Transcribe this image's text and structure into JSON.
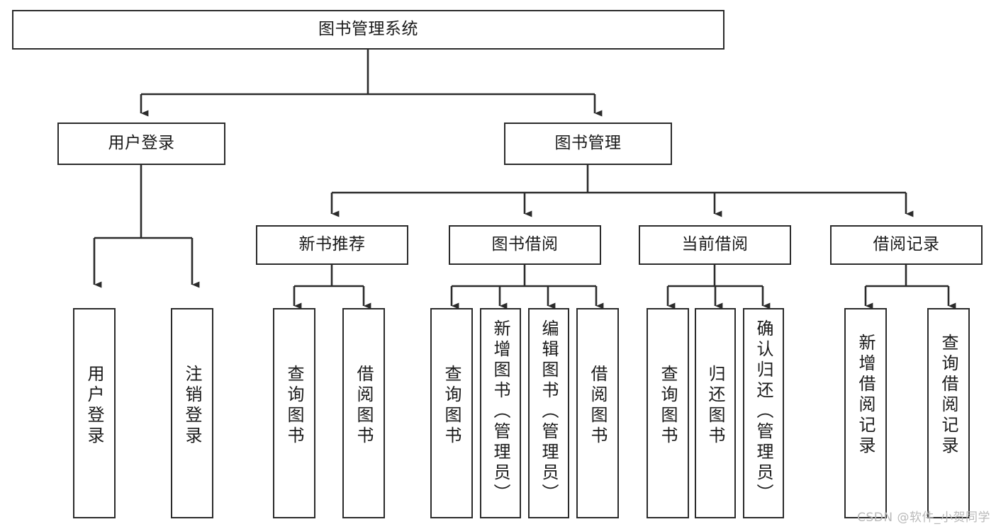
{
  "diagram": {
    "title": "图书管理系统",
    "type": "tree-hierarchy-chart",
    "background_color": "#ffffff",
    "line_color": "#2b2b2b",
    "text_color": "#1a1a1a"
  },
  "watermark": {
    "text": "CSDN @软件_小贺同学",
    "color": "#b9b9b9"
  },
  "nodes": {
    "root": {
      "label": "图书管理系统"
    },
    "level2": [
      {
        "id": "user-login",
        "label": "用户登录"
      },
      {
        "id": "book-manage",
        "label": "图书管理"
      }
    ],
    "level3": [
      {
        "id": "new-book-recommend",
        "label": "新书推荐"
      },
      {
        "id": "book-borrow",
        "label": "图书借阅"
      },
      {
        "id": "current-borrow",
        "label": "当前借阅"
      },
      {
        "id": "borrow-record",
        "label": "借阅记录"
      }
    ],
    "leaves": [
      {
        "id": "leaf-user-login",
        "label": "用户登录",
        "parent": "user-login"
      },
      {
        "id": "leaf-user-logout",
        "label": "注销登录",
        "parent": "user-login"
      },
      {
        "id": "leaf-query-book-1",
        "label": "查询图书",
        "parent": "new-book-recommend"
      },
      {
        "id": "leaf-borrow-book-1",
        "label": "借阅图书",
        "parent": "new-book-recommend"
      },
      {
        "id": "leaf-query-book-2",
        "label": "查询图书",
        "parent": "book-borrow"
      },
      {
        "id": "leaf-add-book",
        "label": "新增图书（管理员）",
        "parent": "book-borrow"
      },
      {
        "id": "leaf-edit-book",
        "label": "编辑图书（管理员）",
        "parent": "book-borrow"
      },
      {
        "id": "leaf-borrow-book-2",
        "label": "借阅图书",
        "parent": "book-borrow"
      },
      {
        "id": "leaf-query-book-3",
        "label": "查询图书",
        "parent": "current-borrow"
      },
      {
        "id": "leaf-return-book",
        "label": "归还图书",
        "parent": "current-borrow"
      },
      {
        "id": "leaf-confirm-return",
        "label": "确认归还（管理员）",
        "parent": "current-borrow"
      },
      {
        "id": "leaf-add-record",
        "label": "新增借阅记录",
        "parent": "borrow-record"
      },
      {
        "id": "leaf-query-record",
        "label": "查询借阅记录",
        "parent": "borrow-record"
      }
    ]
  }
}
